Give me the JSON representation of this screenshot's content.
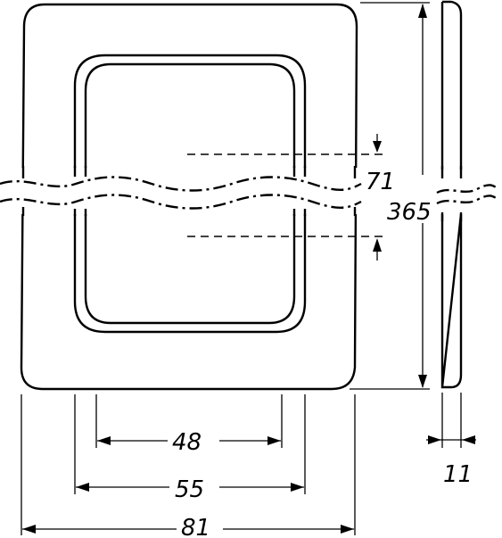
{
  "dimensions": {
    "inner_width": "48",
    "opening_width": "55",
    "overall_width": "81",
    "gap": "71",
    "height": "365",
    "depth": "11"
  }
}
